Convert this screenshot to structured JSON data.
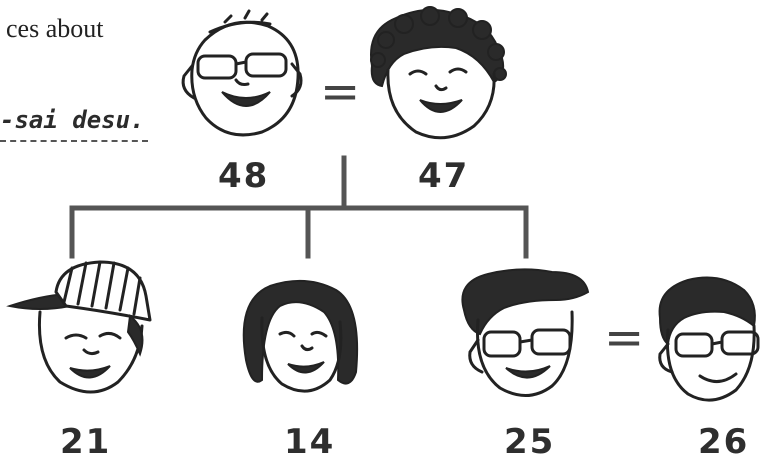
{
  "top_text": {
    "line1": "ces about",
    "line2": "-sai desu."
  },
  "relation_symbol": "=",
  "ages": {
    "father": "48",
    "mother": "47",
    "child_cap": "21",
    "child_girl": "14",
    "child_eldest": "25",
    "spouse": "26"
  },
  "icons": [
    "father-face-icon",
    "mother-face-icon",
    "boy-with-cap-face-icon",
    "girl-face-icon",
    "young-man-with-glasses-face-icon",
    "spouse-face-icon"
  ]
}
